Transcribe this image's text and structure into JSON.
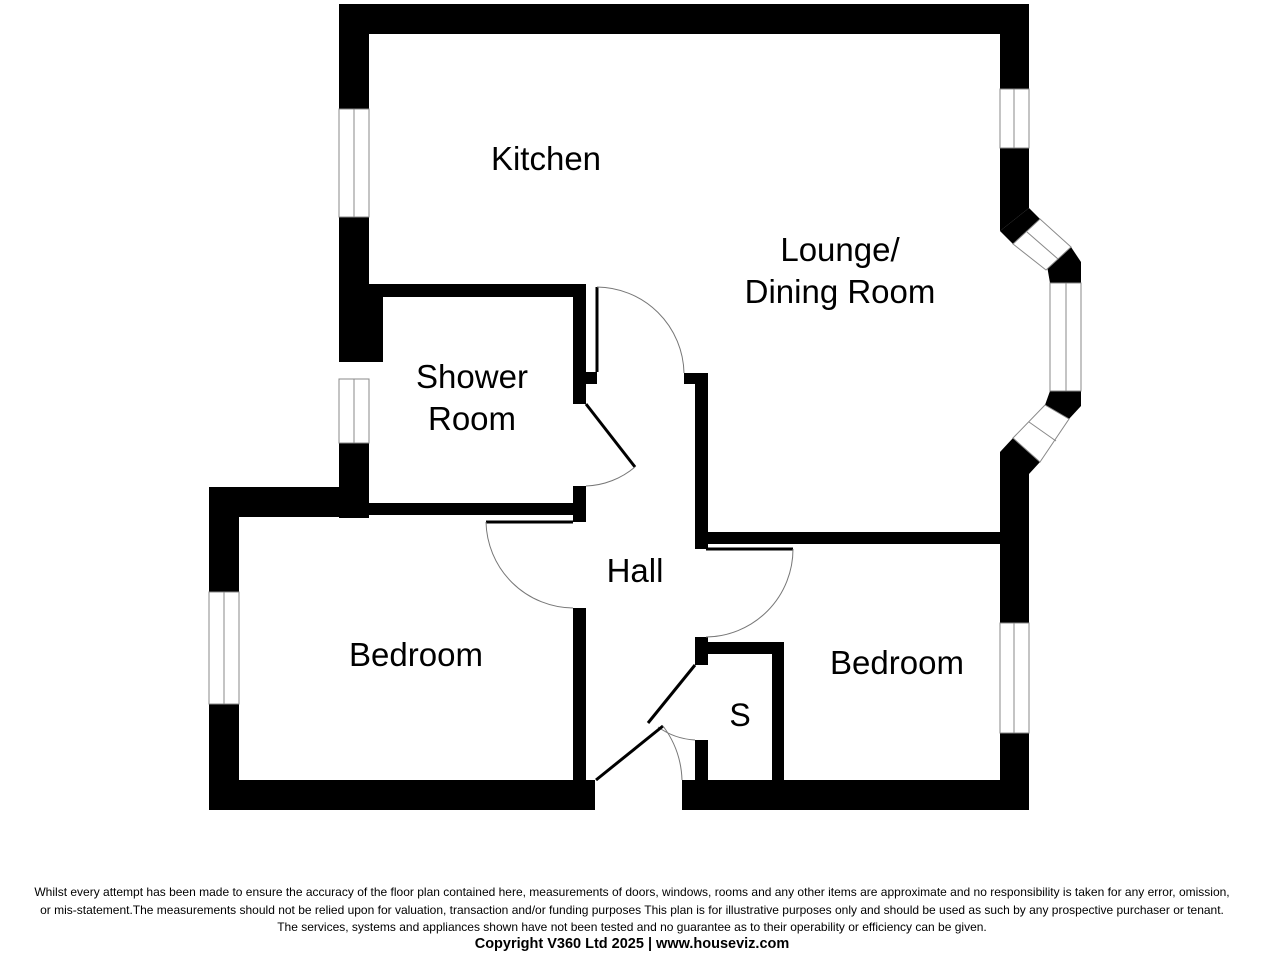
{
  "floorplan": {
    "rooms": [
      {
        "id": "kitchen",
        "label": "Kitchen"
      },
      {
        "id": "lounge",
        "line1": "Lounge/",
        "line2": "Dining Room"
      },
      {
        "id": "shower",
        "line1": "Shower",
        "line2": "Room"
      },
      {
        "id": "hall",
        "label": "Hall"
      },
      {
        "id": "bedroom1",
        "label": "Bedroom"
      },
      {
        "id": "bedroom2",
        "label": "Bedroom"
      },
      {
        "id": "storage",
        "label": "S"
      }
    ],
    "colors": {
      "wall": "#000000",
      "window": "#888888",
      "background": "#ffffff"
    }
  },
  "footer": {
    "disclaimer_line1": "Whilst every attempt has been made to ensure the accuracy of the floor plan contained here, measurements of doors, windows, rooms and any other items are approximate and no responsibility is taken for any error, omission,",
    "disclaimer_line2": "or mis-statement.The measurements should not be relied upon for valuation, transaction and/or funding purposes This plan is for illustrative purposes only and should be used as such by any prospective purchaser or tenant.",
    "disclaimer_line3": "The services, systems and appliances shown have not been tested and no guarantee as to their operability or efficiency can be given.",
    "copyright": "Copyright V360 Ltd 2025 | www.houseviz.com"
  }
}
